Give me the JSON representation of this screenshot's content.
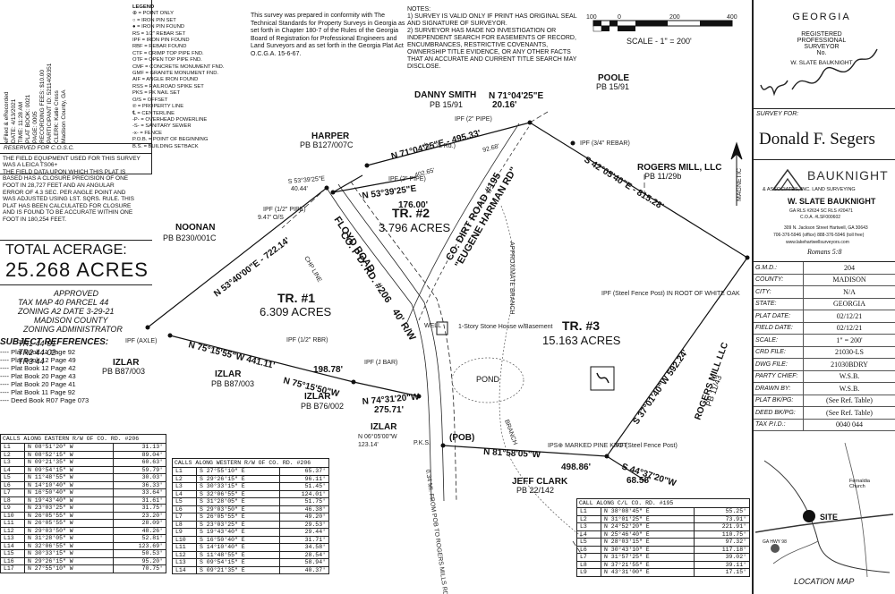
{
  "legend": {
    "col1": [
      "eFiled & eRecorded",
      "DATE: 4/13/2021",
      "TIME: 11:28 AM",
      "PLAT BOOK: 0021",
      "PAGE: 0005",
      "RECORDING FEES: $10.00",
      "PARTICIPANT ID: 5211409351",
      "CLERK: Katie Cross",
      "Madison County, GA"
    ],
    "col2": [
      "LEGEND",
      "⊕ = POINT ONLY",
      "○ = IRON PIN SET",
      "● = IRON PIN FOUND",
      "RS = 1/2\" REBAR SET",
      "IPF = IRON PIN FOUND",
      "RBF = REBAR FOUND",
      "CTF = CRIMP TOP PIPE FND.",
      "OTF = OPEN TOP PIPE FND.",
      "CMF = CONCRETE MONUMENT FND.",
      "GMF = GRANITE MONUMENT FND.",
      "AIF = ANGLE IRON FOUND",
      "RSS = RAILROAD SPIKE SET",
      "PKS = PK NAIL SET",
      "O/S = OFFSET",
      "℗ = PROPERTY LINE",
      "℄ = CENTERLINE",
      "-P- = OVERHEAD POWERLINE",
      "-S- = SANITARY SEWER",
      "-x- = FENCE",
      "P.O.B. = POINT OF BEGINNING",
      "B.S. = BUILDING SETBACK"
    ]
  },
  "cosc": {
    "header": "RESERVED FOR C.O.S.C.",
    "lines": [
      "THE FIELD EQUIPMENT USED FOR THIS SURVEY",
      "WAS A    LEICA TS06+",
      "THE FIELD DATA UPON WHICH THIS PLAT IS",
      "BASED HAS A CLOSURE PRECISION OF ONE",
      "FOOT IN    28,727    FEET AND AN ANGULAR",
      "ERROR OF   4.3   SEC. PER ANGLE POINT AND",
      "WAS ADJUSTED USING  LST. SQRS. RULE. THIS",
      "PLAT HAS BEEN CALCULATED FOR CLOSURE",
      "AND IS FOUND TO BE ACCURATE WITHIN ONE",
      "FOOT IN     180,254     FEET."
    ]
  },
  "acreage": {
    "label": "TOTAL ACERAGE:",
    "value": "25.268 ACRES"
  },
  "approval": [
    "APPROVED",
    "TAX MAP  40  PARCEL  44",
    "ZONING  A2  DATE  3-29-21",
    "MADISON COUNTY",
    "ZONING ADMINISTRATOR",
    "TR1  44-01",
    "TR2  44-02",
    "TR3  44"
  ],
  "subject_refs": {
    "title": "SUBJECT REFERENCES:",
    "items": [
      "---- Plat Book 11 Page 92",
      "---- Plat Book 12 Page 49",
      "---- Plat Book 12 Page 42",
      "---- Plat Book 20 Page 43",
      "---- Plat Book 20 Page 41",
      "---- Plat Book 11 Page 92",
      "---- Deed Book R07 Page 073"
    ]
  },
  "prep_note": "This survey was prepared in conformity with The Technical Standards for Property Surveys in Georgia as set forth in Chapter 180-7 of the Rules of the Georgia Board of Registration for Professional Engineers and Land Surveyors and as set forth in the Georgia Plat Act O.C.G.A. 15-6-67.",
  "notes": {
    "title": "NOTES:",
    "items": [
      "1) SURVEY IS VALID ONLY IF PRINT HAS ORIGINAL SEAL AND SIGNATURE OF SURVEYOR.",
      "2) SURVEYOR HAS MADE NO INVESTIGATION OR INDEPENDENT SEARCH FOR EASEMENTS OF RECORD, ENCUMBRANCES, RESTRICTIVE COVENANTS, OWNERSHIP TITLE EVIDENCE, OR ANY OTHER FACTS THAT AN ACCURATE AND CURRENT TITLE SEARCH MAY DISCLOSE."
    ]
  },
  "scale_bar": {
    "ticks": [
      "100",
      "0",
      "200",
      "400"
    ],
    "label": "SCALE - 1\" = 200'"
  },
  "seal": {
    "top": "GEORGIA",
    "mid1": "REGISTERED",
    "mid2": "PROFESSIONAL",
    "mid3": "SURVEYOR",
    "num": "No.",
    "bottom": "W. SLATE BAUKNIGHT"
  },
  "plat": {
    "owners": [
      {
        "name": "DANNY SMITH",
        "pb": "PB 15/91"
      },
      {
        "name": "POOLE",
        "pb": "PB 15/91"
      },
      {
        "name": "HARPER",
        "pb": "PB B127/007C"
      },
      {
        "name": "ROGERS MILL, LLC",
        "pb": "PB 11/29b"
      },
      {
        "name": "NOONAN",
        "pb": "PB B230/001C"
      },
      {
        "name": "IZLAR",
        "pb": "PB B87/003"
      },
      {
        "name": "IZLAR",
        "pb": "PB B87/003"
      },
      {
        "name": "IZLAR",
        "pb": "PB B76/002"
      },
      {
        "name": "IZLAR",
        "pb": ""
      },
      {
        "name": "JEFF CLARK",
        "pb": "PB 22/142"
      },
      {
        "name": "ROGERS MILL LLC",
        "pb": "PB 11/43"
      }
    ],
    "tracts": [
      {
        "name": "TR. #1",
        "acres": "6.309 ACRES"
      },
      {
        "name": "TR. #2",
        "acres": "3.796 ACRES"
      },
      {
        "name": "TR. #3",
        "acres": "15.163 ACRES"
      }
    ],
    "bearings": [
      "N 71°04'25\"E",
      "20.16'",
      "N 71°04'25\"E - 495.33'",
      "402.65'",
      "92.68'",
      "S 42°05'40\"E - 815.28'",
      "N 53°39'25\"E",
      "176.00'",
      "N 53°40'00\"E - 722.14'",
      "N 75°15'55\"W 441.11'",
      "198.78'",
      "N 75°15'50\"W",
      "N 74°31'20\"W",
      "275.71'",
      "N 81°58'05\"W",
      "498.86'",
      "S 37°01'40\"W  592.24'",
      "S 44°37'20\"W",
      "68.58'",
      "S 53°39'25\"E",
      "40.44'",
      "9.47' O/S",
      "(to C/L Rd.)",
      "IPF (2\" PIPE)",
      "IPF (2\" PIPE)",
      "IPF (3/4\" REBAR)",
      "IPF (1/2\" PIPE)",
      "IPF (AXLE)",
      "IPF (1/2\" RBR)",
      "IPF (J BAR)",
      "IPF (Steel Fence Post) IN ROOT OF WHITE OAK",
      "IPF (Steel Fence Post)",
      "IPS⊕ MARKED PINE KNOT",
      "(POB)",
      "P.K.S.",
      "N 06°05'00\"W",
      "123.14'",
      "0.34 MI. FROM POB TO ROGERS MILLS RD."
    ],
    "roads": [
      "FLOYD ROAD",
      "CO. P'D. RD. #206",
      "40' R/W",
      "CO. DIRT ROAD #195",
      "\"EUGENE HARMAN RD\""
    ],
    "misc": [
      "1-Story Stone House w/Basement",
      "POND",
      "BRANCH",
      "APPROXIMATE BRANCH",
      "CHP LINE",
      "WELL",
      "MAGNETIC"
    ]
  },
  "table_eastern": {
    "title": "CALLS ALONG EASTERN R/W OF CO. RD. #206",
    "rows": [
      [
        "L1",
        "N 08°51'20\" W",
        "31.13'"
      ],
      [
        "L2",
        "N 08°52'15\" W",
        "89.04'"
      ],
      [
        "L3",
        "N 09°21'35\" W",
        "60.63'"
      ],
      [
        "L4",
        "N 09°54'15\" W",
        "59.79'"
      ],
      [
        "L5",
        "N 11°48'55\" W",
        "30.03'"
      ],
      [
        "L6",
        "N 14°10'40\" W",
        "36.33'"
      ],
      [
        "L7",
        "N 16°50'40\" W",
        "33.64'"
      ],
      [
        "L8",
        "N 19°43'40\" W",
        "31.61'"
      ],
      [
        "L9",
        "N 23°03'25\" W",
        "31.75'"
      ],
      [
        "L10",
        "N 26°05'55\" W",
        "23.20'"
      ],
      [
        "L11",
        "N 26°05'55\" W",
        "28.09'"
      ],
      [
        "L12",
        "N 29°03'50\" W",
        "48.26'"
      ],
      [
        "L13",
        "N 31°28'05\" W",
        "52.81'"
      ],
      [
        "L14",
        "N 32°06'55\" W",
        "123.69'"
      ],
      [
        "L15",
        "N 30°33'15\" W",
        "50.53'"
      ],
      [
        "L16",
        "N 29°26'15\" W",
        "95.20'"
      ],
      [
        "L17",
        "N 27°55'10\" W",
        "70.75'"
      ]
    ]
  },
  "table_western": {
    "title": "CALLS ALONG WESTERN R/W OF CO. RD. #206",
    "rows": [
      [
        "L1",
        "S 27°55'10\" E",
        "65.37'"
      ],
      [
        "L2",
        "S 29°26'15\" E",
        "96.11'"
      ],
      [
        "L3",
        "S 30°33'15\" E",
        "51.45'"
      ],
      [
        "L4",
        "S 32°06'55\" E",
        "124.01'"
      ],
      [
        "L5",
        "S 31°28'05\" E",
        "51.75'"
      ],
      [
        "L6",
        "S 29°03'50\" E",
        "46.38'"
      ],
      [
        "L7",
        "S 26°05'55\" E",
        "49.20'"
      ],
      [
        "L8",
        "S 23°03'25\" E",
        "29.53'"
      ],
      [
        "L9",
        "S 19°43'40\" E",
        "29.44'"
      ],
      [
        "L10",
        "S 16°50'40\" E",
        "31.71'"
      ],
      [
        "L11",
        "S 14°10'40\" E",
        "34.58'"
      ],
      [
        "L12",
        "S 11°48'55\" E",
        "28.54'"
      ],
      [
        "L13",
        "S 09°54'15\" E",
        "58.94'"
      ],
      [
        "L14",
        "S 09°21'35\" E",
        "40.37'"
      ]
    ]
  },
  "table_cl195": {
    "title": "CALL ALONG C/L CO. RD. #195",
    "rows": [
      [
        "L1",
        "N 38°08'45\" E",
        "55.25'"
      ],
      [
        "L2",
        "N 31°01'25\" E",
        "73.91'"
      ],
      [
        "L3",
        "N 24°52'20\" E",
        "221.91'"
      ],
      [
        "L4",
        "N 25°46'40\" E",
        "110.75'"
      ],
      [
        "L5",
        "N 28°03'15\" E",
        "97.32'"
      ],
      [
        "L6",
        "N 30°43'10\" E",
        "117.18'"
      ],
      [
        "L7",
        "N 31°57'25\" E",
        "39.02'"
      ],
      [
        "L8",
        "N 37°21'55\" E",
        "39.11'"
      ],
      [
        "L9",
        "N 43°31'00\" E",
        "17.15'"
      ]
    ]
  },
  "titleblock": {
    "survey_for_label": "SURVEY FOR:",
    "client": "Donald F. Segers",
    "company": "BAUKNIGHT",
    "company_sub": "& ASSOCIATES, INC.  LAND SURVEYING",
    "surveyor": "W. SLATE BAUKNIGHT",
    "reg": [
      "GA RLS #2634  SC RLS #20471",
      "C.O.A. #LSF000602"
    ],
    "address": [
      "309 N. Jackson Street  Hartwell, GA 30643",
      "706-376-5946 (office) 888-376-5946 (toll free)",
      "www.lakehartwellsurveyors.com"
    ],
    "verse": "Romans 5:8",
    "rows": [
      [
        "G.M.D.:",
        "204"
      ],
      [
        "COUNTY:",
        "MADISON"
      ],
      [
        "CITY:",
        "N/A"
      ],
      [
        "STATE:",
        "GEORGIA"
      ],
      [
        "PLAT DATE:",
        "02/12/21"
      ],
      [
        "FIELD DATE:",
        "02/12/21"
      ],
      [
        "SCALE:",
        "1\" = 200'"
      ],
      [
        "CRD FILE:",
        "21030-LS"
      ],
      [
        "DWG FILE:",
        "21030BDRY"
      ],
      [
        "PARTY CHIEF:",
        "W.S.B."
      ],
      [
        "DRAWN BY:",
        "W.S.B."
      ],
      [
        "PLAT BK/PG:",
        "(See Ref. Table)"
      ],
      [
        "DEED BK/PG:",
        "(See Ref. Table)"
      ],
      [
        "TAX P.I.D.:",
        "0040 044"
      ]
    ],
    "map_labels": [
      "Fernaldia Church",
      "SITE",
      "GA HWY 98"
    ],
    "location_map": "LOCATION MAP"
  }
}
